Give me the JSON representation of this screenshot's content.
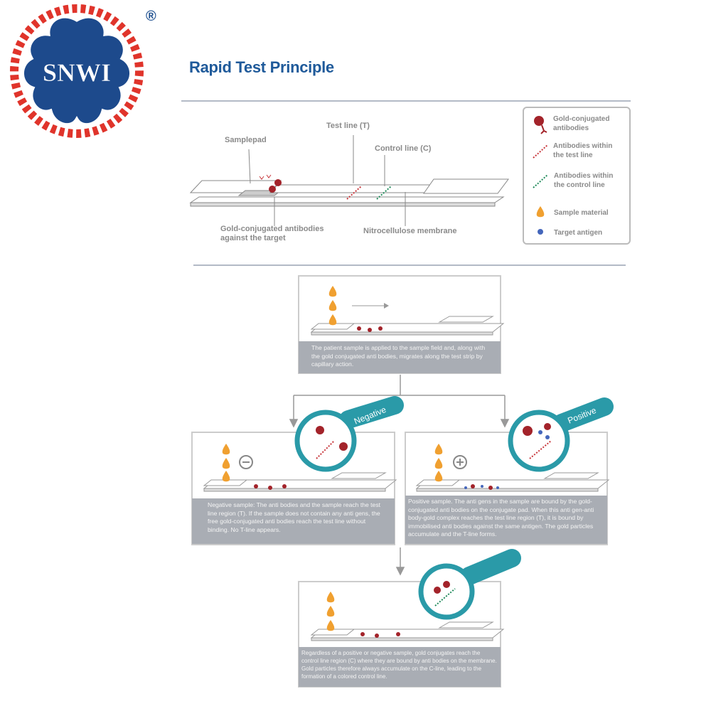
{
  "logo": {
    "text": "SNWI",
    "registered": "®",
    "colors": {
      "wreath": "#e0342b",
      "badge": "#1d4a8c"
    }
  },
  "title": "Rapid Test Principle",
  "strip_labels": {
    "sample_pad": "Samplepad",
    "test_line": "Test line (T)",
    "control_line": "Control line (C)",
    "gold_conjugated": "Gold-conjugated antibodies against the target",
    "membrane": "Nitrocellulose membrane"
  },
  "legend": [
    {
      "icon": "gold-conjugated-antibody-icon",
      "label": "Gold-conjugated antibodies"
    },
    {
      "icon": "test-line-antibody-icon",
      "label": "Antibodies within the test line"
    },
    {
      "icon": "control-line-antibody-icon",
      "label": "Antibodies within the control line"
    },
    {
      "icon": "sample-drop-icon",
      "label": "Sample material"
    },
    {
      "icon": "antigen-dot-icon",
      "label": "Target antigen"
    }
  ],
  "steps": {
    "application": "The patient sample is applied to the sample field and, along with the gold conjugated anti bodies, migrates along the test strip by capillary action.",
    "negative": {
      "badge": "Negative",
      "text": "Negative sample: The anti bodies and the sample reach the test line region (T). If the sample does not contain any anti gens, the free gold-conjugated anti bodies reach the test line without binding. No T-line appears."
    },
    "positive": {
      "badge": "Positive",
      "text": "Positive sample. The anti gens in the sample are bound by the gold-conjugated anti bodies on the conjugate pad. When this anti gen-anti body-gold complex reaches the test line region (T), it is bound by immobilised anti bodies against the same antigen. The gold particles accumulate and the T-line forms."
    },
    "control": "Regardless of a positive or negative sample, gold conjugates reach the control line region (C) where they are bound by anti bodies on the membrane. Gold particles therefore always accumulate on the C-line, leading to the formation of a colored control line."
  },
  "colors": {
    "title": "#1f5a9a",
    "gold": "#a3232a",
    "test": "#c7353a",
    "control": "#1f8a5a",
    "sample": "#f0a030",
    "antigen": "#4466bb",
    "magnifier": "#2a9aa8",
    "caption_bg": "#a9adb4"
  }
}
